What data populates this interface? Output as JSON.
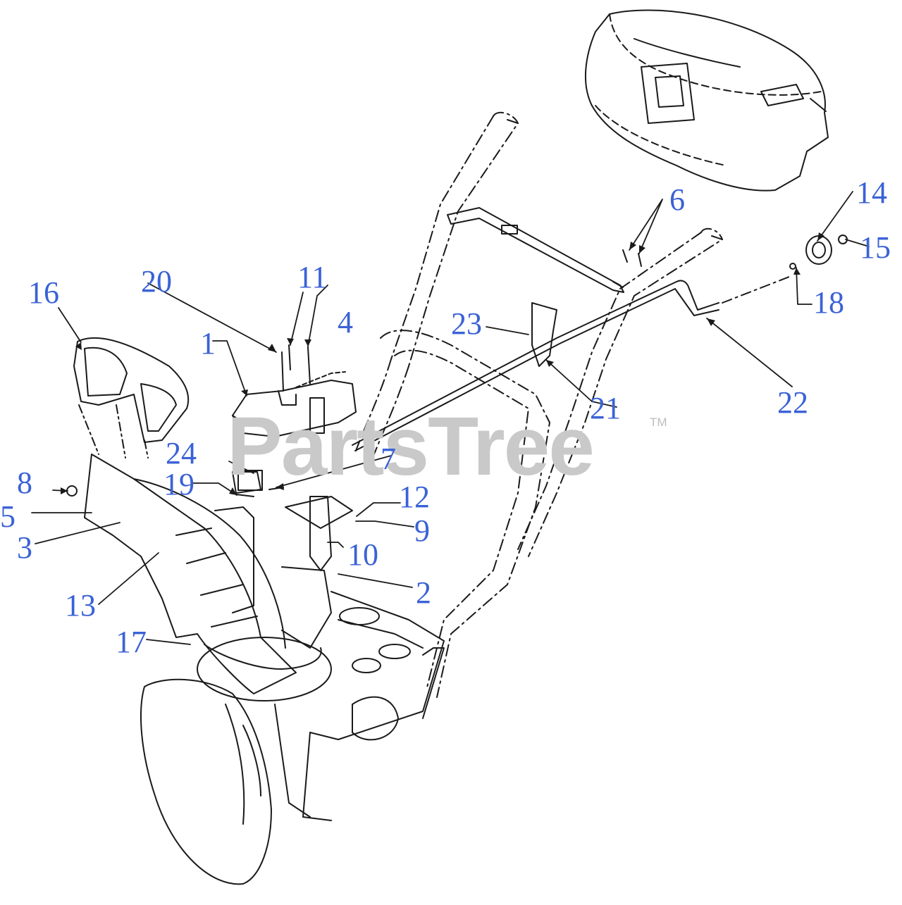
{
  "watermark": {
    "text": "PartsTree",
    "mark": "TM"
  },
  "callouts": [
    {
      "id": "1",
      "label": "1"
    },
    {
      "id": "2",
      "label": "2"
    },
    {
      "id": "3",
      "label": "3"
    },
    {
      "id": "4",
      "label": "4"
    },
    {
      "id": "5",
      "label": "5"
    },
    {
      "id": "6",
      "label": "6"
    },
    {
      "id": "7",
      "label": "7"
    },
    {
      "id": "8",
      "label": "8"
    },
    {
      "id": "9",
      "label": "9"
    },
    {
      "id": "10",
      "label": "10"
    },
    {
      "id": "11",
      "label": "11"
    },
    {
      "id": "12",
      "label": "12"
    },
    {
      "id": "13",
      "label": "13"
    },
    {
      "id": "14",
      "label": "14"
    },
    {
      "id": "15",
      "label": "15"
    },
    {
      "id": "16",
      "label": "16"
    },
    {
      "id": "17",
      "label": "17"
    },
    {
      "id": "18",
      "label": "18"
    },
    {
      "id": "19",
      "label": "19"
    },
    {
      "id": "20",
      "label": "20"
    },
    {
      "id": "21",
      "label": "21"
    },
    {
      "id": "22",
      "label": "22"
    },
    {
      "id": "23",
      "label": "23"
    },
    {
      "id": "24",
      "label": "24"
    }
  ],
  "colors": {
    "callout": "#3b62d6",
    "line": "#1a1a1a",
    "watermark": "#c9c9c9"
  }
}
